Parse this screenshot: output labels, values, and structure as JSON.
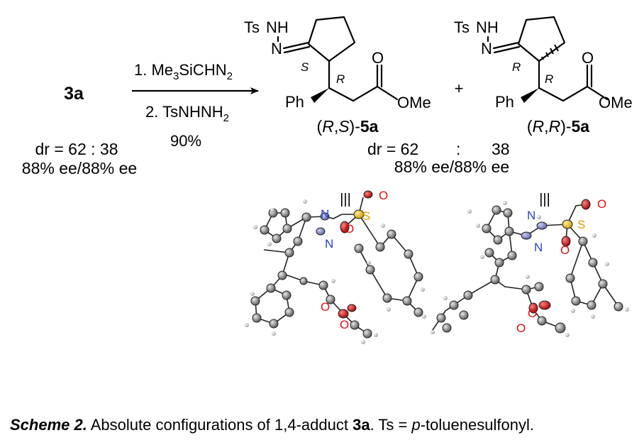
{
  "start": {
    "compound": "3a",
    "dr": "dr = 62 : 38",
    "ee": "88% ee/88% ee"
  },
  "reaction": {
    "step1": "1. Me",
    "step1_sub": "3",
    "step1_rest": "SiCHN",
    "step1_sub2": "2",
    "step2": "2. TsNHNH",
    "step2_sub": "2",
    "yield": "90%"
  },
  "products": {
    "plus": "+",
    "left": {
      "paren_open": "(",
      "c1": "R",
      "comma": ",",
      "c2": "S",
      "paren_close": ")-",
      "number": "5a",
      "stereo_label_1": "S",
      "stereo_label_2": "R"
    },
    "right": {
      "paren_open": "(",
      "c1": "R",
      "comma": ",",
      "c2": "R",
      "paren_close": ")-",
      "number": "5a",
      "stereo_label_1": "R",
      "stereo_label_2": "R"
    },
    "dr_prefix": "dr = 62",
    "dr_colon": ":",
    "dr_value2": "38",
    "ee": "88% ee/88% ee",
    "atoms": {
      "ts": "Ts",
      "nh": "NH",
      "n": "N",
      "o": "O",
      "ome": "OMe",
      "ph": "Ph"
    }
  },
  "crystal": {
    "equiv": "|||",
    "left_labels": {
      "n1": "N",
      "n2": "N",
      "s": "S",
      "o1": "O",
      "o2": "O",
      "o3": "O",
      "o4": "O"
    },
    "right_labels": {
      "n1": "N",
      "n2": "N",
      "s": "S",
      "o1": "O",
      "o2": "O",
      "o3": "O",
      "o4": "O"
    },
    "colors": {
      "nitrogen": "#2a3fd0",
      "oxygen": "#e01010",
      "sulfur": "#e0a000",
      "carbon": "#7a7a7a",
      "hydrogen": "#d8d8d8"
    }
  },
  "caption": {
    "label": "Scheme 2.",
    "text1": " Absolute configurations of 1,4-adduct ",
    "compound": "3a",
    "text2": ".  Ts = ",
    "p": "p",
    "text3": "-toluenesulfonyl."
  }
}
